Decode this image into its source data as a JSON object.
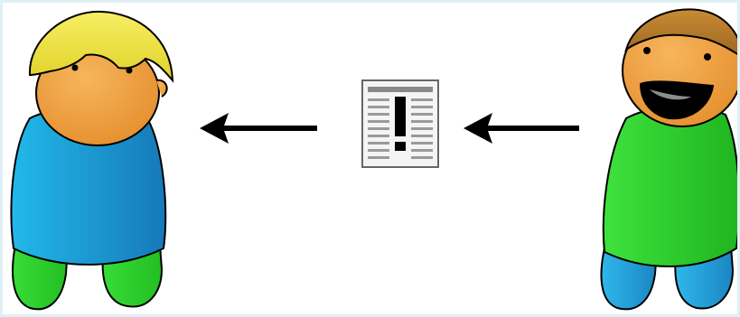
{
  "scene": {
    "description_visible_text": [],
    "figures": [
      {
        "role": "receiver",
        "expression": "neutral",
        "colors": {
          "hair": "#f2e64a",
          "skin": "#f2a64a",
          "shirt": "#1f9fd6",
          "pants": "#2ed12e"
        }
      },
      {
        "role": "sender",
        "expression": "smiling",
        "colors": {
          "hair": "#b77a2a",
          "skin": "#f2a64a",
          "shirt": "#2ed12e",
          "pants": "#1f9fd6"
        }
      }
    ],
    "arrows": [
      {
        "direction": "left",
        "color": "#000000"
      },
      {
        "direction": "left",
        "color": "#000000"
      }
    ],
    "document_icon": {
      "symbol": "exclamation",
      "color": "#000000"
    },
    "border_color": "#dff0f6"
  }
}
